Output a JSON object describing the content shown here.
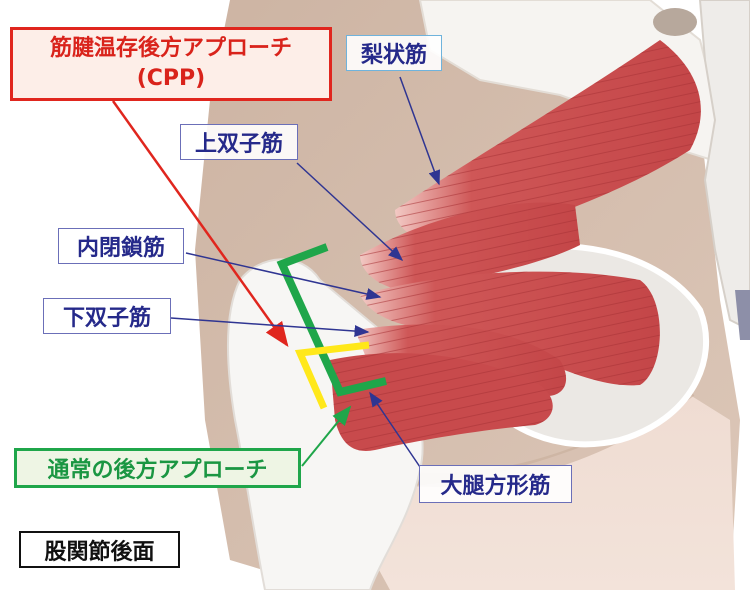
{
  "diagram": {
    "view_label": "股関節後面",
    "approaches": {
      "cpp": {
        "title": "筋腱温存後方アプローチ",
        "abbr": "(CPP)",
        "color": "#e0261e",
        "incision_color": "#ffe81a"
      },
      "standard": {
        "title": "通常の後方アプローチ",
        "color": "#1fa64a",
        "incision_color": "#1fa64a"
      }
    },
    "muscles": [
      {
        "name": "梨状筋",
        "key": "piriformis"
      },
      {
        "name": "上双子筋",
        "key": "superior-gemellus"
      },
      {
        "name": "内閉鎖筋",
        "key": "obturator-internus"
      },
      {
        "name": "下双子筋",
        "key": "inferior-gemellus"
      },
      {
        "name": "大腿方形筋",
        "key": "quadratus-femoris"
      }
    ],
    "colors": {
      "muscle": "#c9494b",
      "bone": "#f4f2ef",
      "background_tissue": "#d9c3b3",
      "label_text": "#25298a",
      "pointer_line": "#2f3592"
    }
  }
}
